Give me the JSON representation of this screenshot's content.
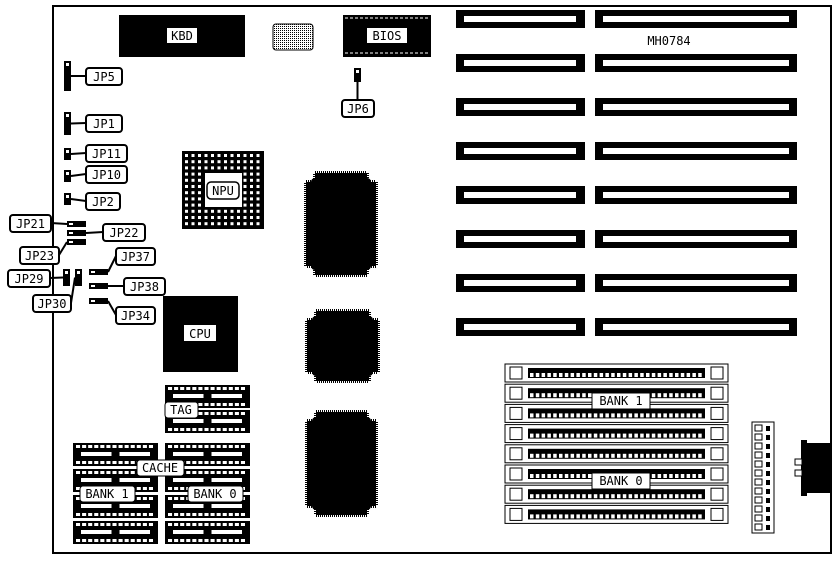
{
  "diagram": {
    "code": "MH0784",
    "chips": {
      "kbd": "KBD",
      "bios": "BIOS",
      "npu": "NPU",
      "cpu": "CPU"
    },
    "jumpers": [
      "JP5",
      "JP6",
      "JP1",
      "JP11",
      "JP10",
      "JP2",
      "JP21",
      "JP22",
      "JP23",
      "JP37",
      "JP29",
      "JP38",
      "JP30",
      "JP34"
    ],
    "cache": {
      "tag": "TAG",
      "cache": "CACHE",
      "bank1": "BANK 1",
      "bank0": "BANK 0"
    },
    "memory": {
      "bank1": "BANK 1",
      "bank0": "BANK 0"
    },
    "expansion_slot_count": 8,
    "simm_slot_count": 8
  }
}
